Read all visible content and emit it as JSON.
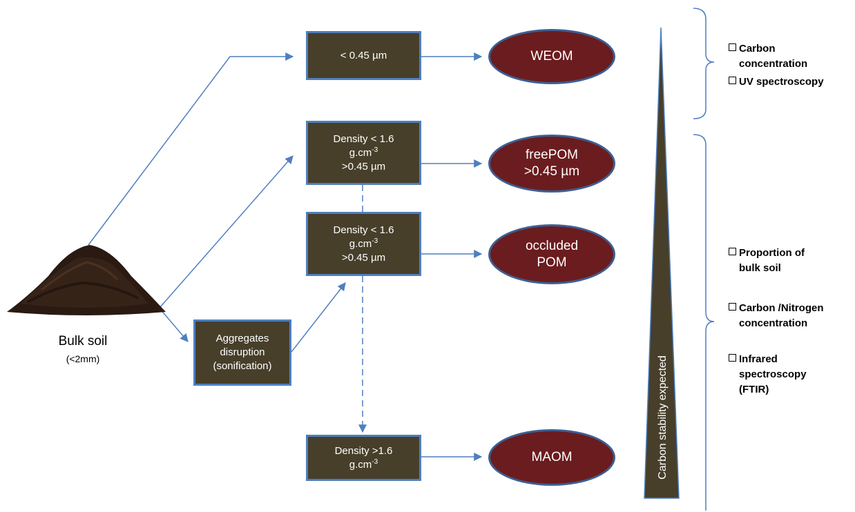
{
  "source": {
    "label": "Bulk soil",
    "sublabel": "(<2mm)"
  },
  "disruption": {
    "line1": "Aggregates",
    "line2": "disruption",
    "line3": "(sonification)"
  },
  "fractions": [
    {
      "box": [
        "< 0.45 µm"
      ],
      "product": [
        "WEOM"
      ]
    },
    {
      "box": [
        "Density < 1.6",
        "g.cm",
        ">0.45 µm"
      ],
      "product": [
        "freePOM",
        ">0.45 µm"
      ]
    },
    {
      "box": [
        "Density < 1.6",
        "g.cm",
        ">0.45 µm"
      ],
      "product": [
        "occluded",
        "POM"
      ]
    },
    {
      "box": [
        "Density >1.6",
        "g.cm"
      ],
      "product": [
        "MAOM"
      ]
    }
  ],
  "unit_exponent": "-3",
  "stability_label": "Carbon stability expected",
  "analyses_top": {
    "item1_line1": "Carbon",
    "item1_line2": "concentration",
    "item2": "UV spectroscopy"
  },
  "analyses_bottom": {
    "item1_line1": "Proportion of",
    "item1_line2": "bulk soil",
    "item2_line1": "Carbon /Nitrogen",
    "item2_line2": "concentration",
    "item3_line1": "Infrared",
    "item3_line2": "spectroscopy",
    "item3_line3": "(FTIR)"
  },
  "colors": {
    "box_fill": "#473f2a",
    "box_border": "#4f7fbf",
    "ellipse_fill": "#6b1c1f",
    "arrow": "#4f7fbf"
  }
}
